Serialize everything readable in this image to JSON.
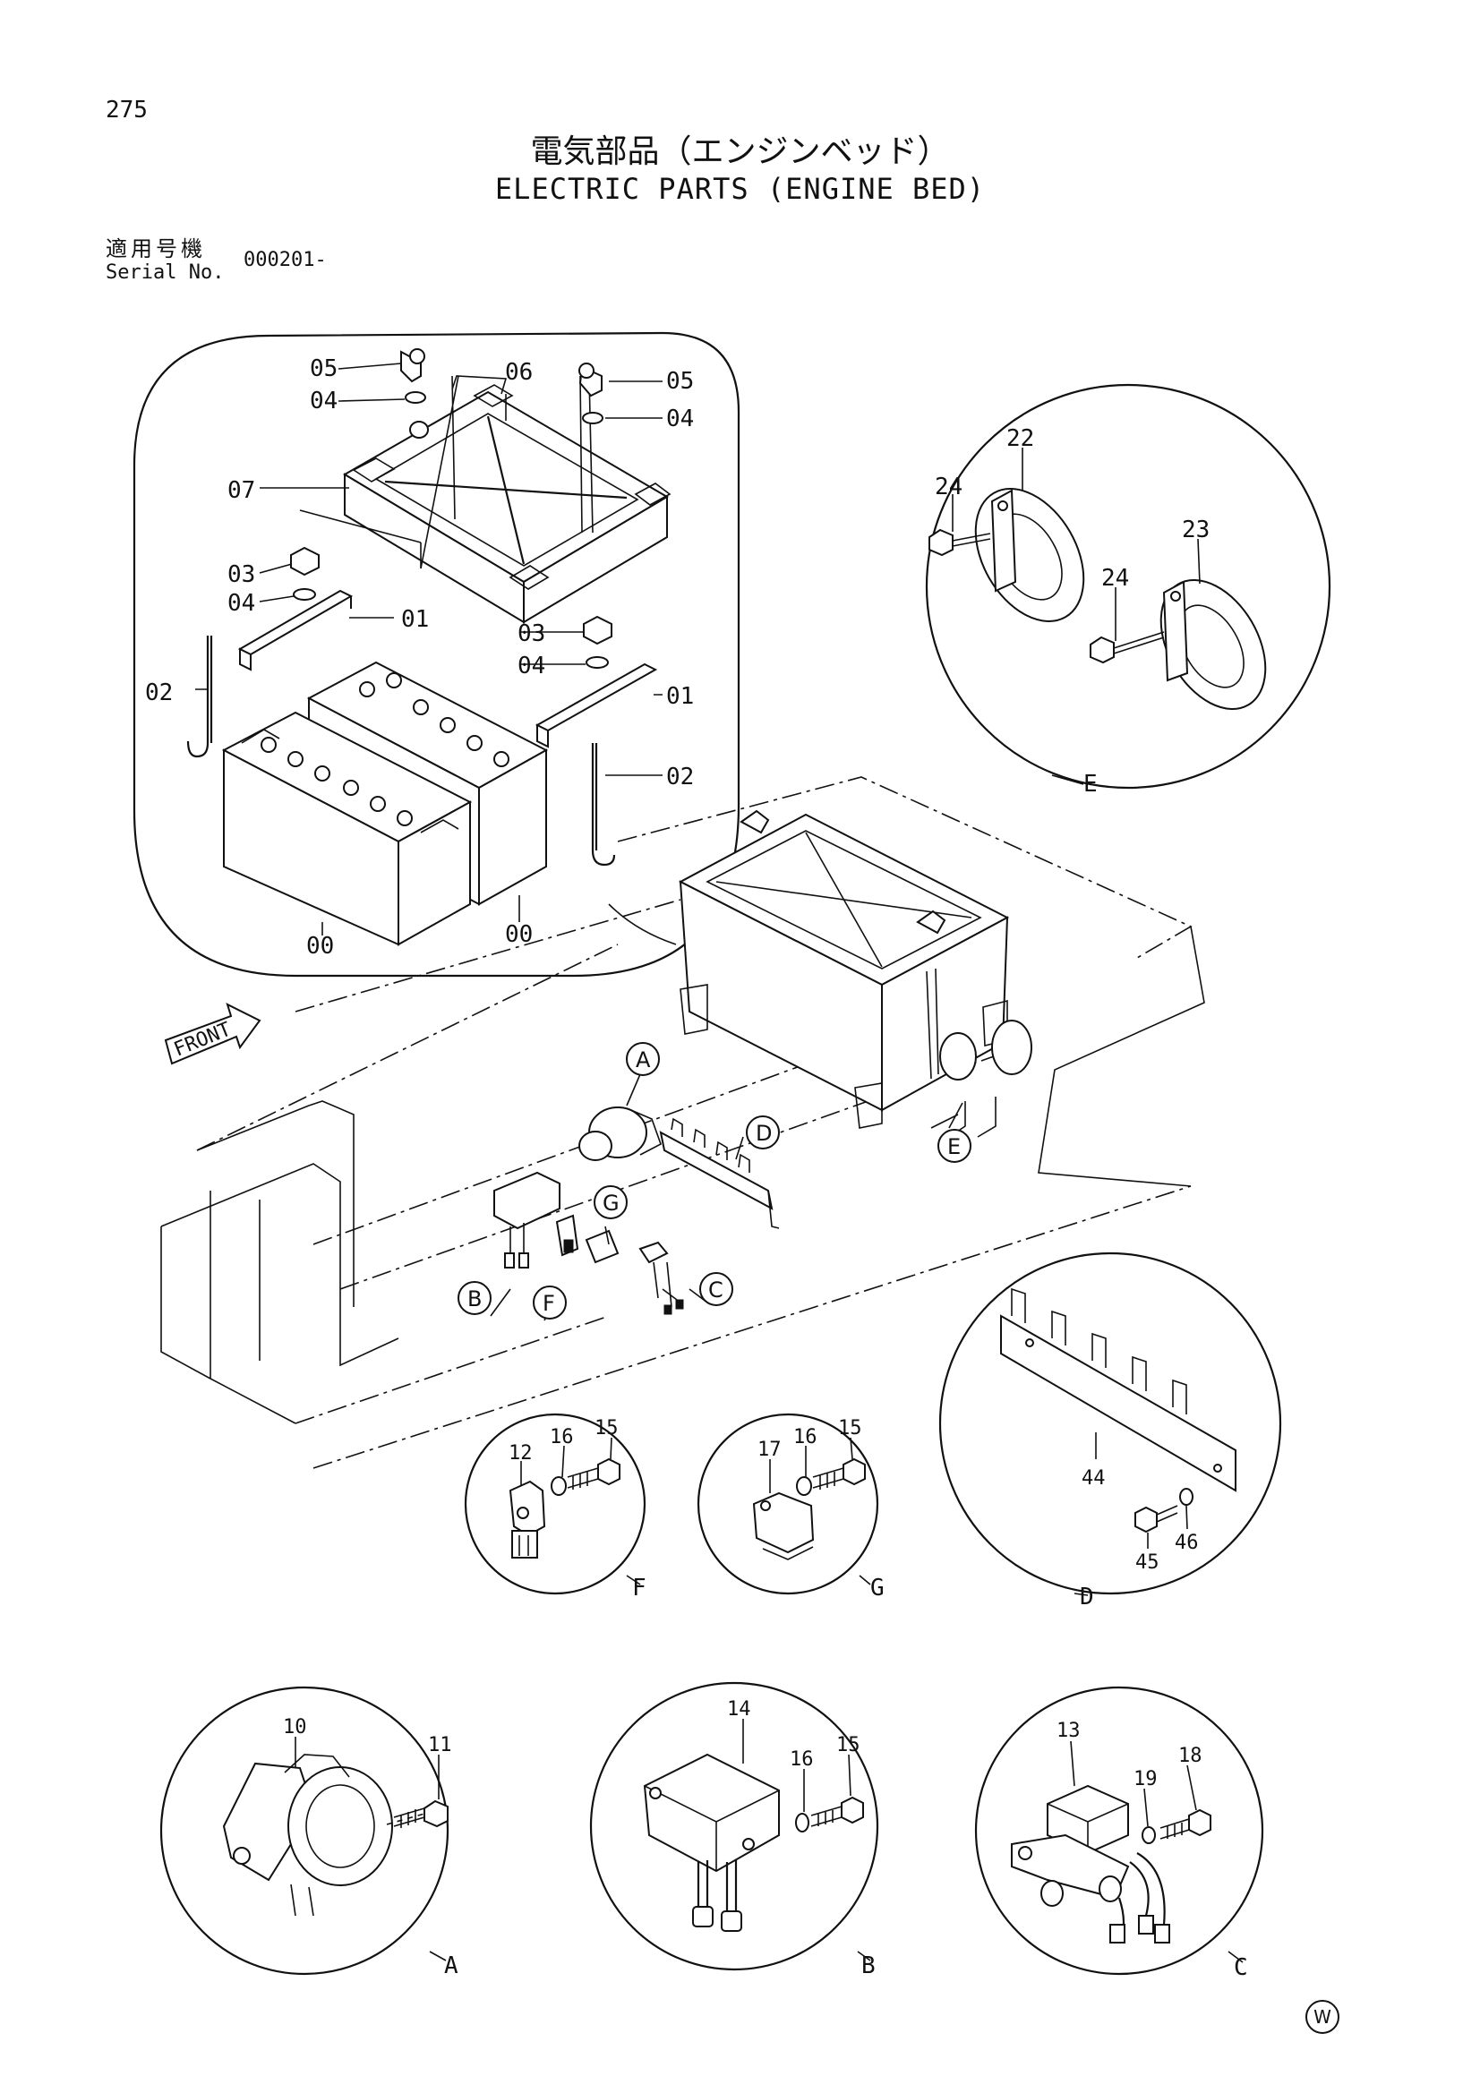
{
  "header": {
    "page_number": "275",
    "title_jp": "電気部品（エンジンベッド）",
    "title_en": "ELECTRIC PARTS (ENGINE BED)",
    "serial_label_jp": "適用号機",
    "serial_label_en": "Serial No.",
    "serial_value": "000201-"
  },
  "front_label": "FRONT",
  "callouts": {
    "battery": [
      "05",
      "04",
      "06",
      "05",
      "04",
      "07",
      "03",
      "04",
      "01",
      "02",
      "03",
      "04",
      "01",
      "02",
      "00",
      "00"
    ],
    "horn_E": [
      "22",
      "24",
      "23",
      "24"
    ],
    "F": [
      "12",
      "16",
      "15"
    ],
    "G": [
      "17",
      "16",
      "15"
    ],
    "D": [
      "44",
      "45",
      "46"
    ],
    "A": [
      "10",
      "11"
    ],
    "B": [
      "14",
      "16",
      "15"
    ],
    "C": [
      "13",
      "19",
      "18"
    ]
  },
  "detail_letters": {
    "A": "A",
    "B": "B",
    "C": "C",
    "D": "D",
    "E": "E",
    "F": "F",
    "G": "G"
  },
  "footer_mark": "W"
}
